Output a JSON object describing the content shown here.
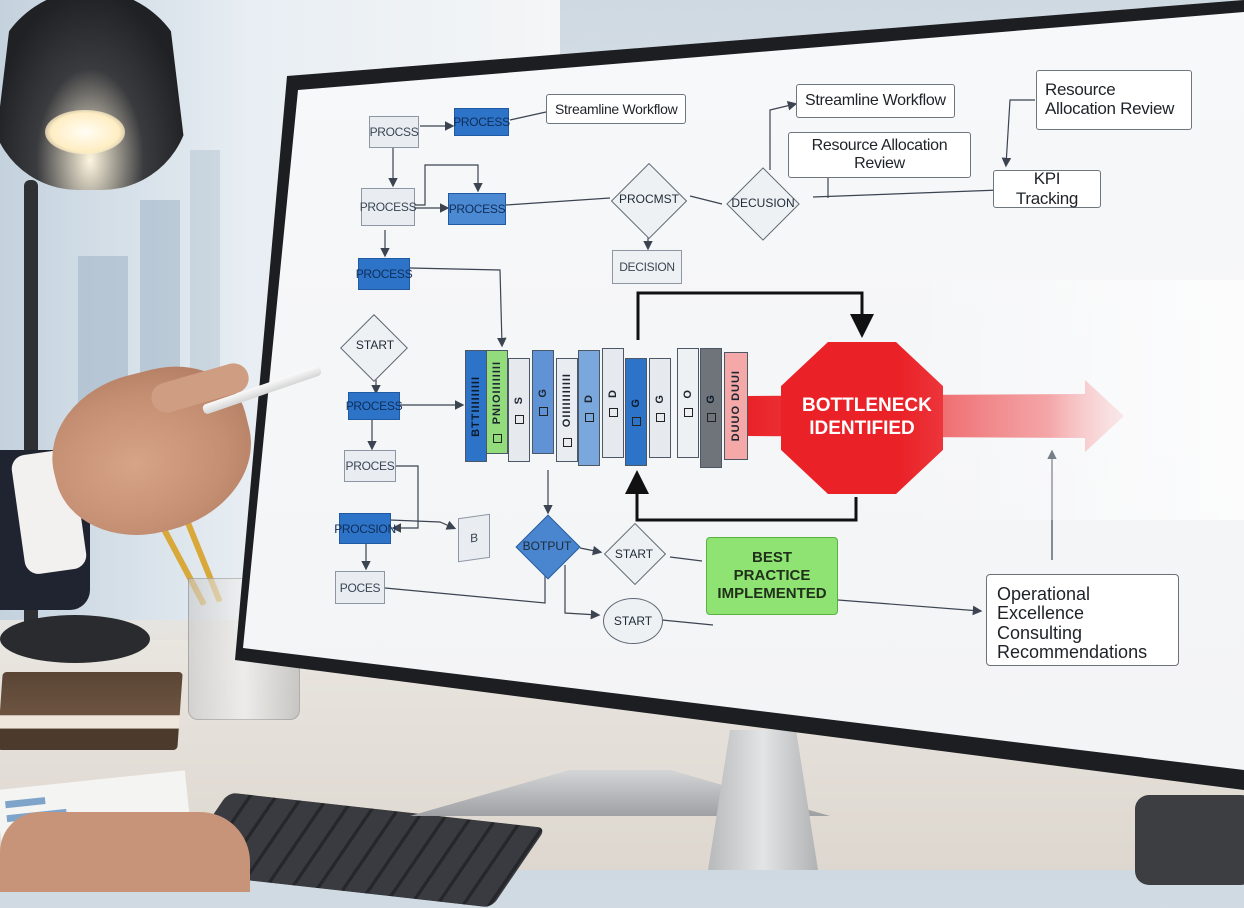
{
  "scene": {
    "description_colors": {
      "bottleneck": "#ea2228",
      "best_practice": "#8ee372",
      "process_blue": "#2d74c9"
    }
  },
  "diagram": {
    "left_column": {
      "p1": "PROCSS",
      "p2": "PROCESS",
      "p3": "PROCESS",
      "p4": "PROCESS",
      "p5": "PROCESS",
      "start": "START",
      "p6": "PROCESS",
      "p7": "PROCES",
      "decision": "PROCSION",
      "p8": "POCES"
    },
    "top_labels": {
      "streamline_small": "Streamline Workflow",
      "procmst": "PROCMST",
      "decision_diamond": "DECUSION",
      "decision_box": "DECISION",
      "streamline": "Streamline Workflow",
      "resource_review": "Resource Allocation Review",
      "resource_review_top": "Resource Allocation Review",
      "kpi": "KPI Tracking"
    },
    "pipeline_bars": [
      {
        "text": "BTTIIIIIIIII",
        "color": "#2d74c9",
        "check": false
      },
      {
        "text": "PNIOIIIIIIII",
        "color": "#92dc7c",
        "check": true
      },
      {
        "text": "S",
        "color": "#e6eaef",
        "check": true
      },
      {
        "text": "G",
        "color": "#5f93d6",
        "check": true
      },
      {
        "text": "OIIIIIIIIIII",
        "color": "#e9edf2",
        "check": true
      },
      {
        "text": "D",
        "color": "#7aa8dc",
        "check": true
      },
      {
        "text": "D",
        "color": "#e6eaef",
        "check": true
      },
      {
        "text": "G",
        "color": "#2d74c9",
        "check": true
      },
      {
        "text": "G",
        "color": "#e6eaef",
        "check": true
      },
      {
        "text": "O",
        "color": "#eef1f4",
        "check": true
      },
      {
        "text": "G",
        "color": "#6f747a",
        "check": true
      },
      {
        "text": "DUUO DUUI",
        "color": "#f4a8a8",
        "check": false
      }
    ],
    "bottleneck": "BOTTLENECK IDENTIFIED",
    "lower": {
      "b_box": "B",
      "output": "BOTPUT",
      "start_diamond": "START",
      "start_ellipse": "START",
      "best_practice": "BEST PRACTICE IMPLEMENTED",
      "recommendations": "Operational Excellence Consulting Recommendations"
    }
  }
}
